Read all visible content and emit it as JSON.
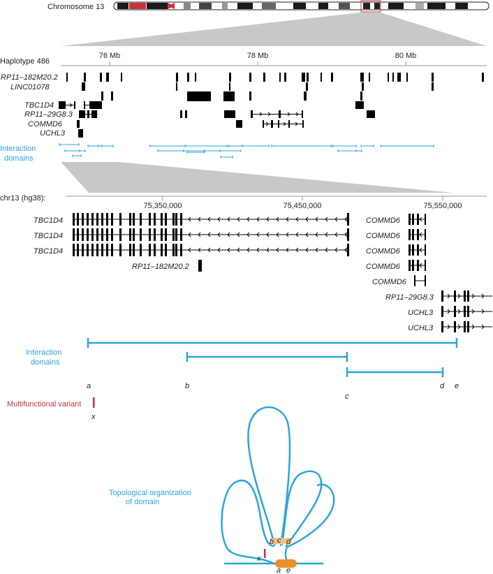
{
  "chromosome": {
    "label": "Chromosome 13"
  },
  "top_panel": {
    "haplotype_label": "Haplotype 486",
    "axis_ticks": [
      "76 Mb",
      "78 Mb",
      "80 Mb"
    ],
    "genes": [
      "RP11–182M20.2",
      "LINC01078",
      "TBC1D4",
      "RP11–29G8.3",
      "COMMD6",
      "UCHL3"
    ],
    "interaction_label_line1": "Interaction",
    "interaction_label_line2": "domains"
  },
  "bottom_panel": {
    "axis_label": "chr13 (hg38):",
    "axis_ticks": [
      "75,350,000",
      "75,450,000",
      "75,550,000"
    ],
    "transcripts_left": [
      "TBC1D4",
      "TBC1D4",
      "TBC1D4"
    ],
    "rp11_182_label": "RP11–182M20.2",
    "transcripts_right": [
      "COMMD6",
      "COMMD6",
      "COMMD6",
      "COMMD6",
      "COMMD6",
      "RP11–29G8.3",
      "UCHL3",
      "UCHL3"
    ],
    "interaction_label_line1": "Interaction",
    "interaction_label_line2": "domains",
    "domain_letters": [
      "a",
      "b",
      "c",
      "d",
      "e"
    ]
  },
  "variant": {
    "label": "Multifunctional variant",
    "letter": "x"
  },
  "topology": {
    "label_line1": "Topological organization",
    "label_line2": "of domain",
    "letters": [
      "b",
      "c",
      "d",
      "x",
      "a",
      "e"
    ]
  },
  "colors": {
    "blue": "#2aa6d8",
    "red": "#c6323b",
    "orange": "#e8912a",
    "gray": "#c8c8c8"
  }
}
